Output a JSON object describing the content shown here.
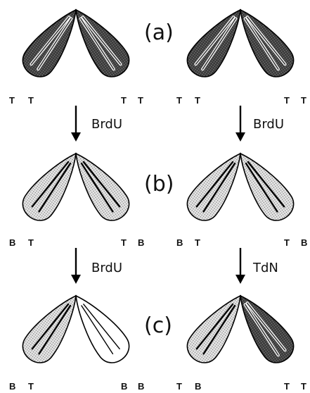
{
  "panel_labels": {
    "a": "(a)",
    "b": "(b)",
    "c": "(c)"
  },
  "arrows": {
    "ab_left": "BrdU",
    "ab_right": "BrdU",
    "bc_left": "BrdU",
    "bc_right": "TdN"
  },
  "strand_labels": {
    "a_left": [
      "T",
      "T",
      "T",
      "T"
    ],
    "a_right": [
      "T",
      "T",
      "T",
      "T"
    ],
    "b_left": [
      "B",
      "T",
      "T",
      "B"
    ],
    "b_right": [
      "B",
      "T",
      "T",
      "B"
    ],
    "c_left": [
      "B",
      "T",
      "B",
      "B"
    ],
    "c_right": [
      "T",
      "B",
      "T",
      "T"
    ]
  },
  "fill_colors": {
    "dark": "#3a3a3a",
    "light": "#cfcfcf",
    "white": "#ffffff",
    "stroke": "#000000"
  }
}
